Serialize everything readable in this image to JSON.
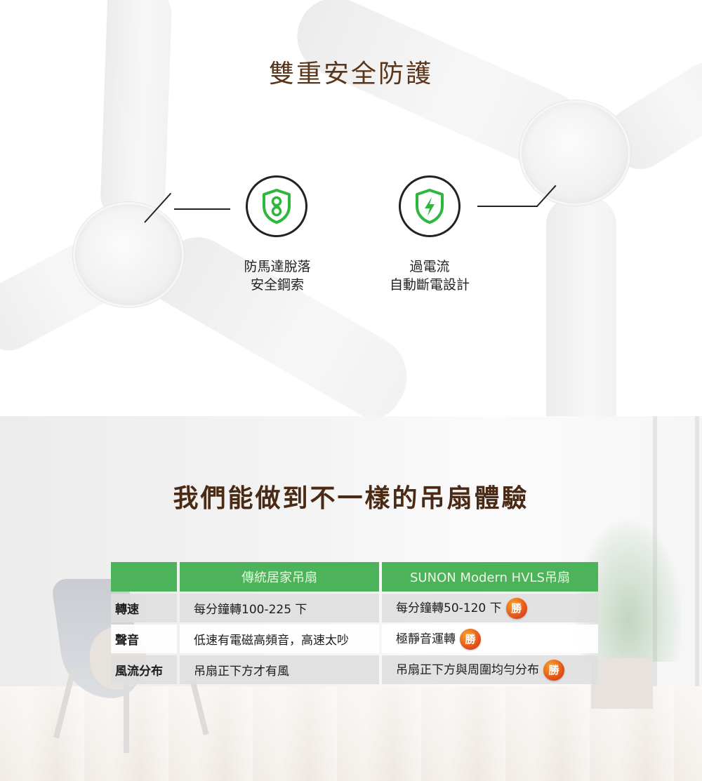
{
  "safety": {
    "title": "雙重安全防護",
    "features": [
      {
        "icon": "shield-link-icon",
        "line1": "防馬達脫落",
        "line2": "安全鋼索"
      },
      {
        "icon": "shield-bolt-icon",
        "line1": "過電流",
        "line2": "自動斷電設計"
      }
    ],
    "colors": {
      "title": "#5a3519",
      "icon_green": "#2db83d",
      "icon_ring": "#222222"
    }
  },
  "comparison": {
    "title": "我們能做到不一樣的吊扇體驗",
    "headers": [
      "",
      "傳統居家吊扇",
      "SUNON Modern HVLS吊扇"
    ],
    "rows": [
      {
        "label": "轉速",
        "traditional": "每分鐘轉100-225 下",
        "sunon": "每分鐘轉50-120 下",
        "badge": "勝"
      },
      {
        "label": "聲音",
        "traditional": "低速有電磁高頻音，高速太吵",
        "sunon": "極靜音運轉",
        "badge": "勝"
      },
      {
        "label": "風流分布",
        "traditional": "吊扇正下方才有風",
        "sunon": "吊扇正下方與周圍均勻分布",
        "badge": "勝"
      }
    ],
    "colors": {
      "header_bg": "#4db35a",
      "badge": "#e4561a"
    }
  }
}
